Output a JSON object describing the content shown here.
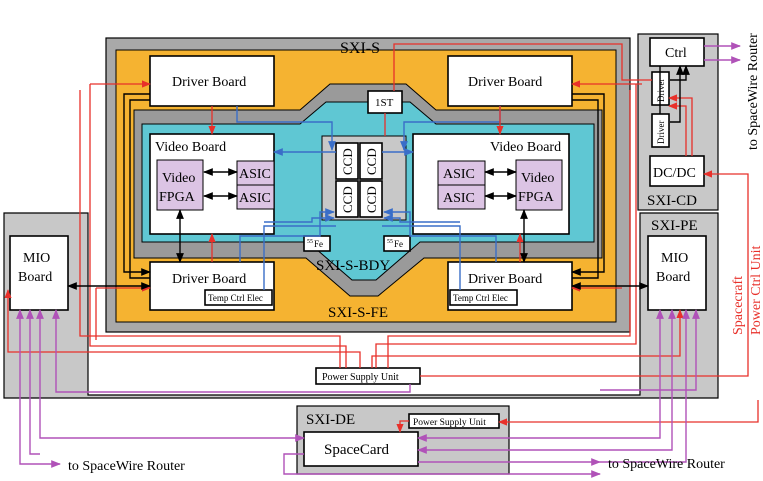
{
  "labels": {
    "sxi_s": "SXI-S",
    "sxi_s_bdy": "SXI-S-BDY",
    "sxi_s_fe": "SXI-S-FE",
    "sxi_cd": "SXI-CD",
    "sxi_pe": "SXI-PE",
    "sxi_de": "SXI-DE",
    "driver_board": "Driver Board",
    "video_board": "Video Board",
    "video_fpga_1": "Video",
    "video_fpga_2": "FPGA",
    "asic": "ASIC",
    "ccd": "CCD",
    "fe55_sup": "55",
    "fe55_main": "Fe",
    "one_st": "1ST",
    "temp_ctrl": "Temp Ctrl Elec",
    "mio_1": "MIO",
    "mio_2": "Board",
    "power_supply_unit": "Power Supply Unit",
    "ctrl": "Ctrl",
    "driver": "Driver",
    "dcdc": "DC/DC",
    "spacecard": "SpaceCard",
    "to_spacewire_router": "to SpaceWire Router",
    "spacecraft": "Spacecraft",
    "power_ctrl_unit": "Power Ctrl Unit"
  },
  "colors": {
    "grey_unit": "#c8c8c8",
    "outer_sxi_s": "#a9a9a9",
    "fe_frame": "#f5b331",
    "body_grey": "#9a9a9a",
    "body_teal": "#5fc7d3",
    "fpga_asic": "#dcc4e4",
    "signal_blue": "#3a6ec8",
    "power_red": "#e8302a",
    "spacewire_purple": "#b052b8"
  }
}
